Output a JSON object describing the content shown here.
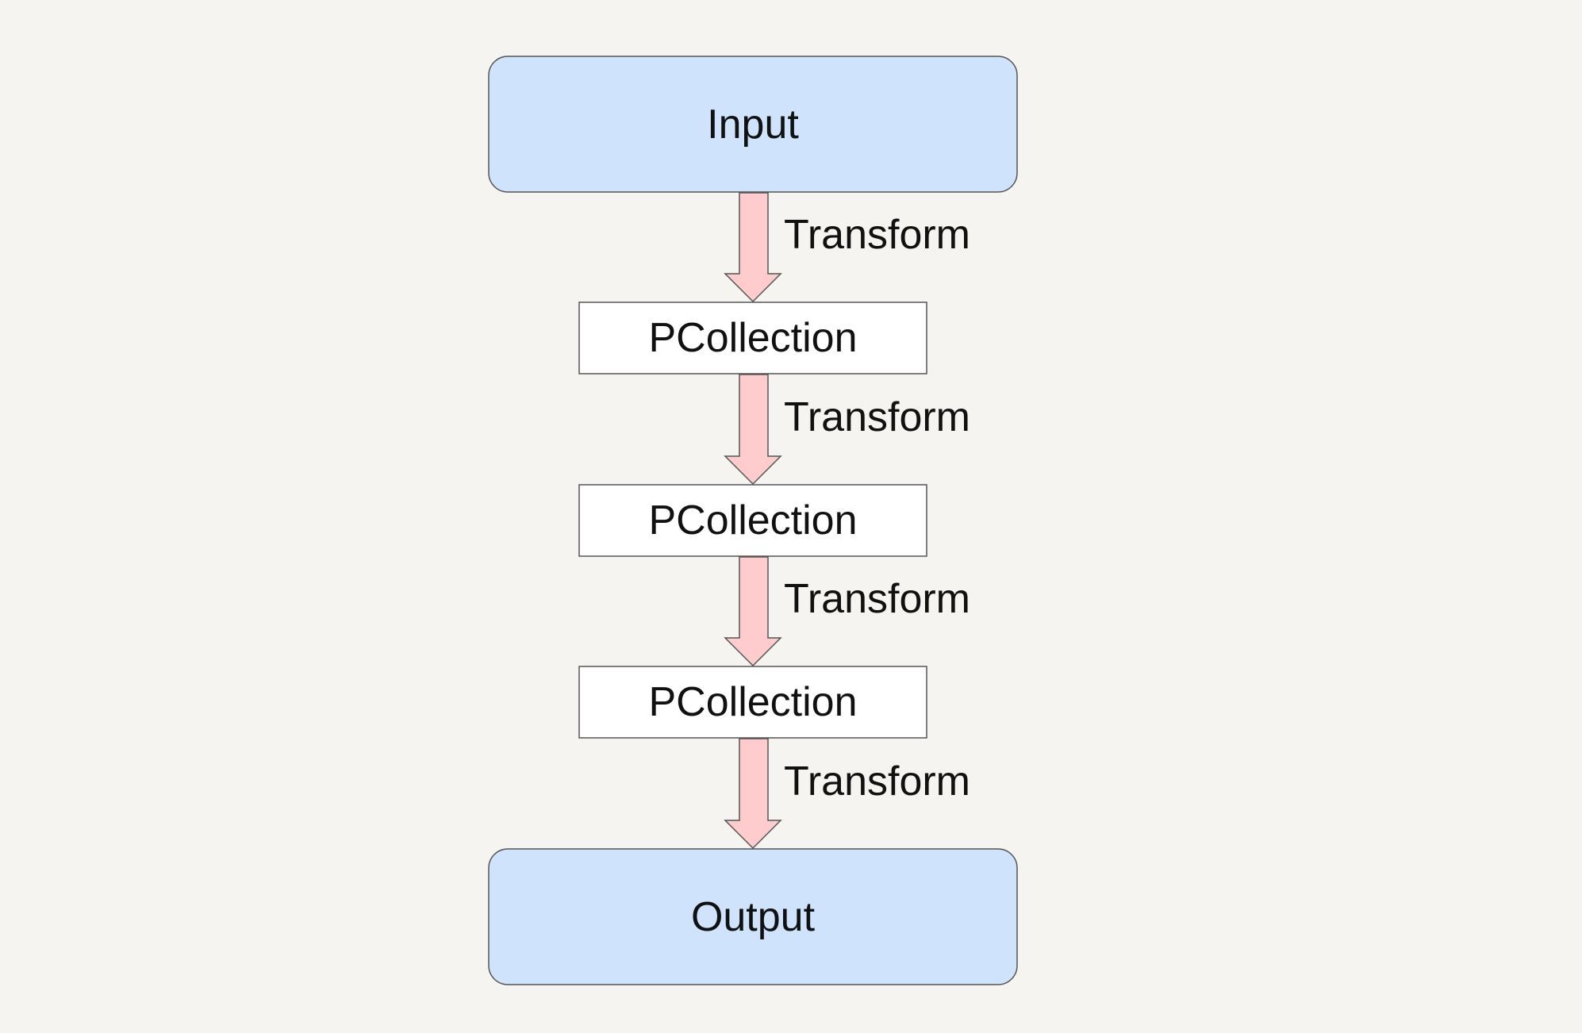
{
  "diagram": {
    "input_label": "Input",
    "pcollection_1_label": "PCollection",
    "pcollection_2_label": "PCollection",
    "pcollection_3_label": "PCollection",
    "output_label": "Output",
    "transform_1_label": "Transform",
    "transform_2_label": "Transform",
    "transform_3_label": "Transform",
    "transform_4_label": "Transform"
  },
  "colors": {
    "background": "#f5f4f1",
    "terminal_fill": "#cfe4fc",
    "collection_fill": "#ffffff",
    "arrow_fill": "#fecccd",
    "stroke": "#555555"
  }
}
